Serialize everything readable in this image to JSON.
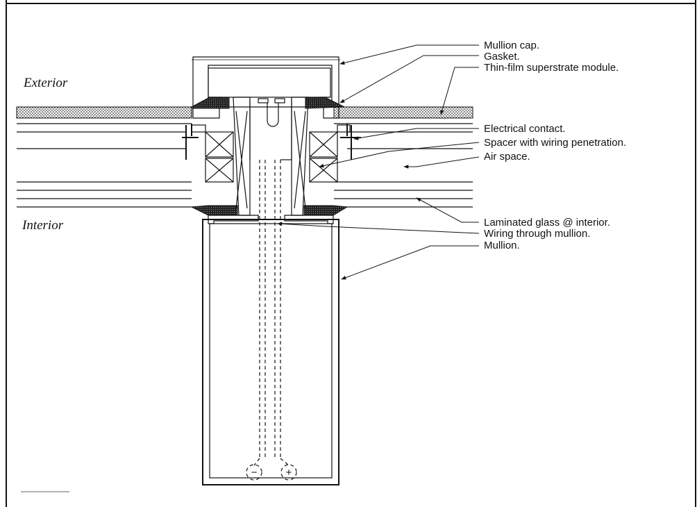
{
  "labels": {
    "exterior": "Exterior",
    "interior": "Interior",
    "mullion_cap": "Mullion cap.",
    "gasket": "Gasket.",
    "thin_film": "Thin-film superstrate module.",
    "electrical_contact": "Electrical contact.",
    "spacer": "Spacer with wiring penetration.",
    "air_space": "Air space.",
    "laminated_glass": "Laminated glass @ interior.",
    "wiring": "Wiring through mullion.",
    "mullion": "Mullion."
  },
  "symbols": {
    "minus": "−",
    "plus": "+"
  }
}
